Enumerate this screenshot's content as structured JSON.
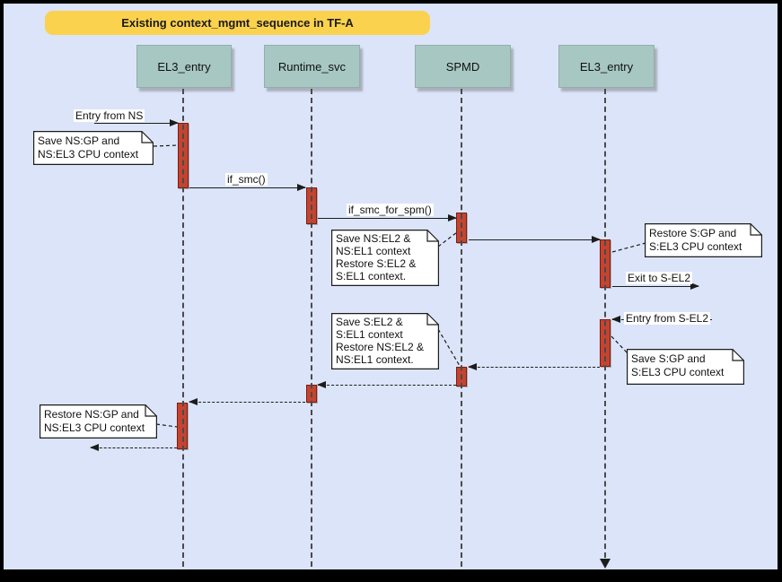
{
  "title": "Existing context_mgmt_sequence in TF-A",
  "participants": [
    {
      "name": "EL3_entry"
    },
    {
      "name": "Runtime_svc"
    },
    {
      "name": "SPMD"
    },
    {
      "name": "EL3_entry"
    }
  ],
  "messages": [
    {
      "label": "Entry from NS",
      "from": "NS world",
      "to": "EL3_entry",
      "style": "solid"
    },
    {
      "label": "if_smc()",
      "from": "EL3_entry",
      "to": "Runtime_svc",
      "style": "solid"
    },
    {
      "label": "if_smc_for_spm()",
      "from": "Runtime_svc",
      "to": "SPMD",
      "style": "solid"
    },
    {
      "label": "",
      "from": "SPMD",
      "to": "EL3_entry",
      "style": "solid"
    },
    {
      "label": "Exit to S-EL2",
      "from": "EL3_entry",
      "to": "S-EL2",
      "style": "solid"
    },
    {
      "label": "Entry from S-EL2",
      "from": "S-EL2",
      "to": "EL3_entry",
      "style": "dashed"
    },
    {
      "label": "",
      "from": "EL3_entry",
      "to": "SPMD",
      "style": "dashed"
    },
    {
      "label": "",
      "from": "SPMD",
      "to": "Runtime_svc",
      "style": "dashed"
    },
    {
      "label": "",
      "from": "Runtime_svc",
      "to": "EL3_entry",
      "style": "dashed"
    },
    {
      "label": "",
      "from": "EL3_entry",
      "to": "NS world",
      "style": "dashed"
    }
  ],
  "notes": [
    {
      "text": "Save NS:GP and\nNS:EL3 CPU context"
    },
    {
      "text": "Save NS:EL2 &\nNS:EL1 context\nRestore S:EL2 &\nS:EL1 context."
    },
    {
      "text": "Restore S:GP and\nS:EL3 CPU context"
    },
    {
      "text": "Save S:GP and\nS:EL3 CPU context"
    },
    {
      "text": "Save S:EL2 &\nS:EL1 context\nRestore NS:EL2 &\nNS:EL1 context."
    },
    {
      "text": "Restore NS:GP and\nNS:EL3 CPU context"
    }
  ],
  "colors": {
    "frame": "#000000",
    "canvas_bg": "#dbe4f9",
    "banner_bg": "#fbd24e",
    "banner_text": "#1a1a1a",
    "participant_bg": "#a7c7c2",
    "activation_fill": "#c44430",
    "activation_border": "#7e1c10",
    "line": "#1c1c1c",
    "lifeline": "#4a4a4a",
    "note_bg": "#ffffff",
    "note_border": "#1c1c1c"
  }
}
